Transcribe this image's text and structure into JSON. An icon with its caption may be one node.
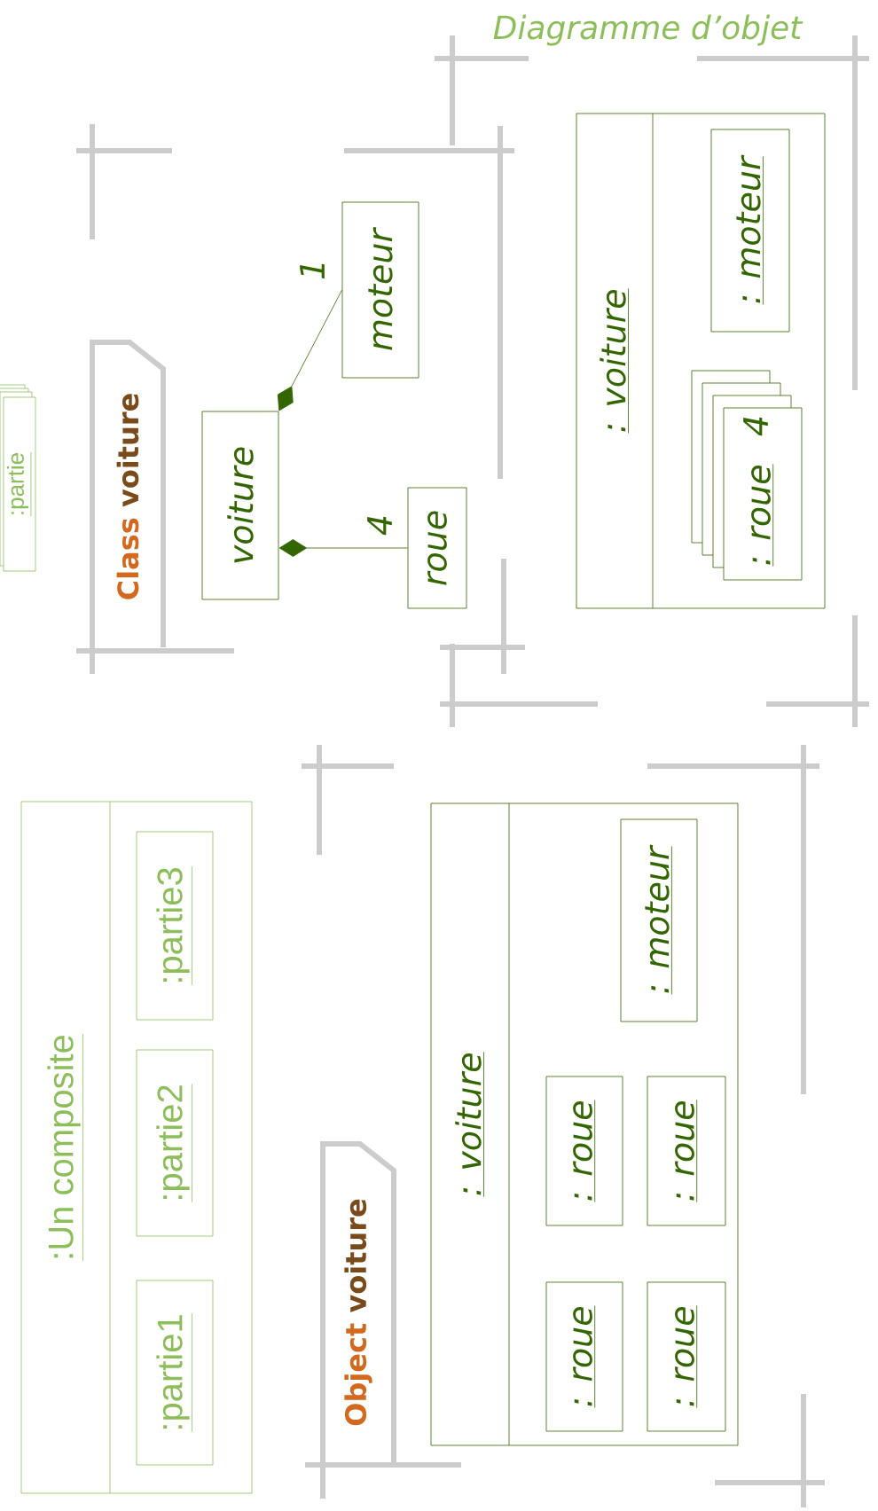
{
  "diagram": {
    "title": "Diagramme d’objet",
    "nodes": [
      {
        "text": [
          ":partie"
        ]
      },
      {
        "text": [
          "Class",
          "voiture"
        ]
      },
      {
        "text": [
          "voiture"
        ]
      },
      {
        "text": [
          "moteur"
        ]
      },
      {
        "text": [
          "roue"
        ]
      },
      {
        "text": [
          ": voiture"
        ]
      },
      {
        "text": [
          ": moteur"
        ],
        "in": 5
      },
      {
        "text": [
          ": roue",
          "4"
        ],
        "in": 5
      },
      {
        "text": [
          ":Un composite"
        ]
      },
      {
        "text": [
          ":partie1"
        ],
        "in": 8
      },
      {
        "text": [
          ":partie2"
        ],
        "in": 8
      },
      {
        "text": [
          ":partie3"
        ],
        "in": 8
      },
      {
        "text": [
          "Object",
          "voiture"
        ]
      },
      {
        "text": [
          ": voiture"
        ]
      },
      {
        "text": [
          ": moteur"
        ],
        "in": 13
      },
      {
        "text": [
          ": roue"
        ],
        "in": 13
      },
      {
        "text": [
          ": roue"
        ],
        "in": 13
      },
      {
        "text": [
          ": roue"
        ],
        "in": 13
      },
      {
        "text": [
          ": roue"
        ],
        "in": 13
      }
    ],
    "edges": [
      {
        "from": 2,
        "to": 3,
        "arrow": "other",
        "label": "1"
      },
      {
        "from": 2,
        "to": 4,
        "arrow": "other",
        "label": "4"
      }
    ]
  }
}
